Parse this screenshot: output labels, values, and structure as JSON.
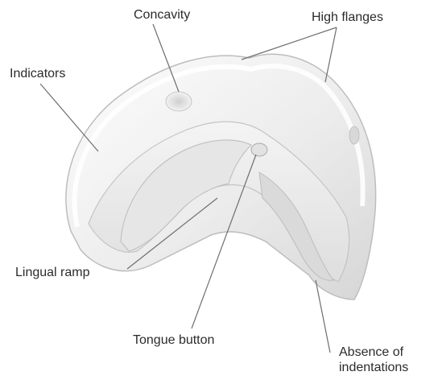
{
  "labels": {
    "concavity": "Concavity",
    "high_flanges": "High flanges",
    "indicators": "Indicators",
    "lingual_ramp": "Lingual ramp",
    "tongue_button": "Tongue button",
    "absence_line1": "Absence of",
    "absence_line2": "indentations"
  },
  "colors": {
    "text": "#2b2b2b",
    "leader": "#6e6e6e",
    "guard_fill": "#efefef",
    "guard_shadow": "#c9c9c9",
    "guard_highlight": "#fbfbfb"
  }
}
